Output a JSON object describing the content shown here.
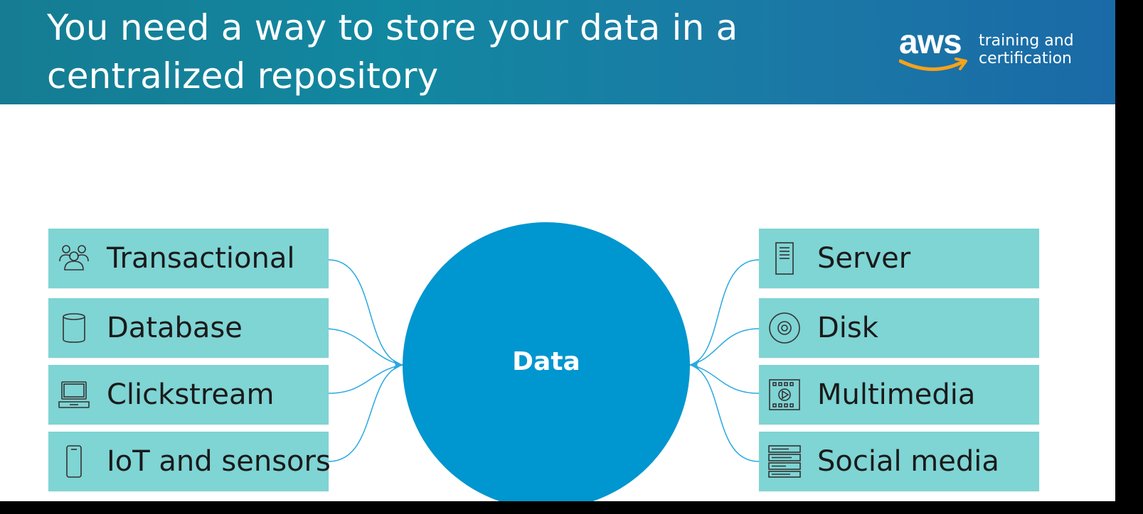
{
  "header": {
    "title_line1": "You need a way to store your data in a",
    "title_line2": "centralized repository",
    "logo_text": "aws",
    "tagline_line1": "training and",
    "tagline_line2": "certification"
  },
  "diagram": {
    "center_label": "Data",
    "left_sources": [
      {
        "label": "Transactional",
        "icon": "users-icon"
      },
      {
        "label": "Database",
        "icon": "database-icon"
      },
      {
        "label": "Clickstream",
        "icon": "laptop-icon"
      },
      {
        "label": "IoT and sensors",
        "icon": "mobile-device-icon"
      }
    ],
    "right_sources": [
      {
        "label": "Server",
        "icon": "server-icon"
      },
      {
        "label": "Disk",
        "icon": "disk-icon"
      },
      {
        "label": "Multimedia",
        "icon": "multimedia-icon"
      },
      {
        "label": "Social media",
        "icon": "social-media-icon"
      }
    ]
  },
  "colors": {
    "header_gradient": [
      "#157c93",
      "#1a6aa7"
    ],
    "box_fill": "#7fd4d4",
    "circle_fill": "#0096cf",
    "connector": "#29a9e0",
    "logo_smile": "#f7a21b"
  }
}
